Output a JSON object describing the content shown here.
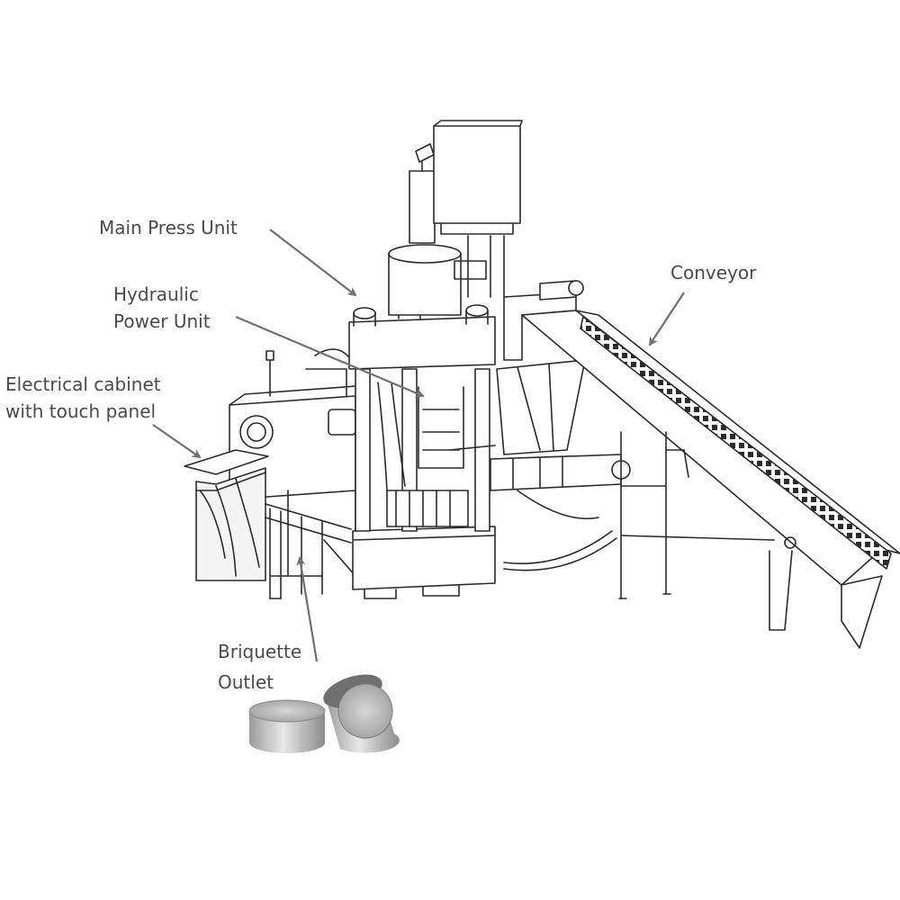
{
  "labels": {
    "main_press": "Main Press Unit",
    "hydraulic_line1": "Hydraulic",
    "hydraulic_line2": "Power Unit",
    "cabinet_line1": "Electrical cabinet",
    "cabinet_line2": "with touch panel",
    "conveyor": "Conveyor",
    "outlet_line1": "Briquette",
    "outlet_line2": "Outlet"
  },
  "colors": {
    "ink": "#2b2b2b",
    "label_text": "#4a4a4a",
    "leader": "#707070",
    "metal_light": "#d9d9d9",
    "metal_dark": "#8f8f8f"
  }
}
